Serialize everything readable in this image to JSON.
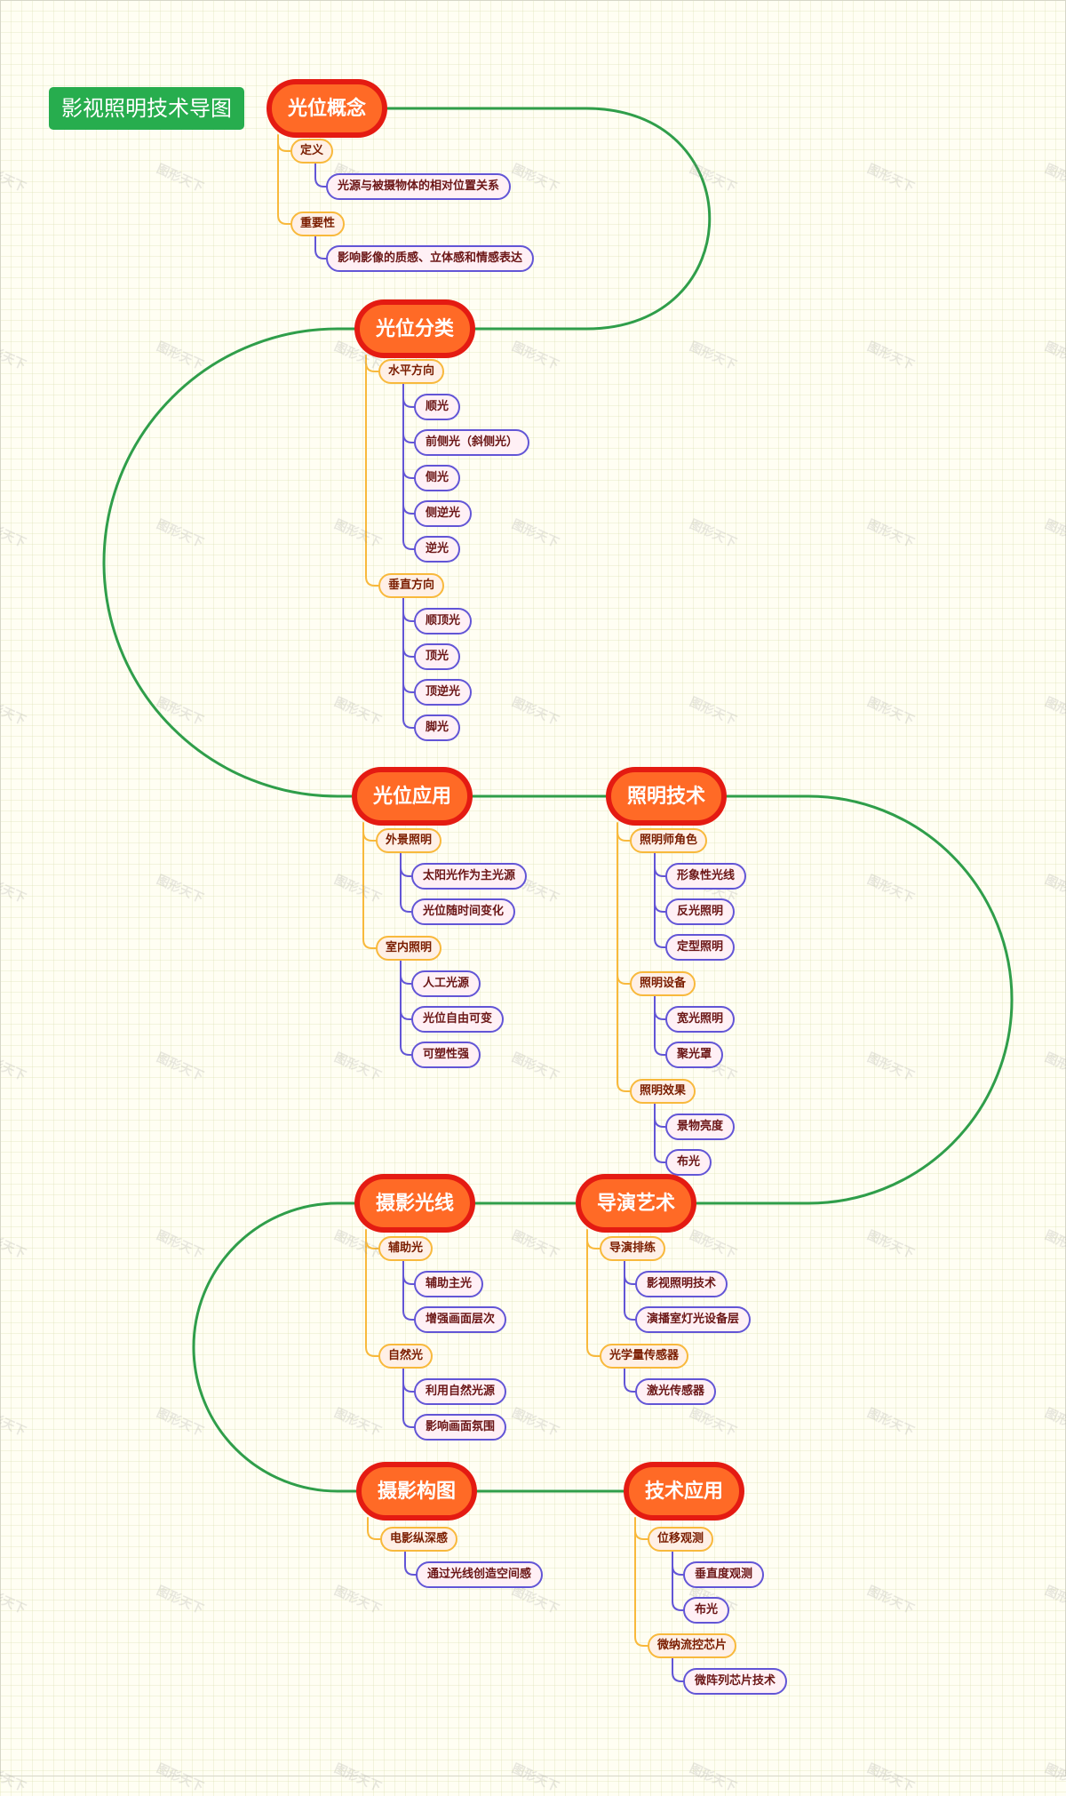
{
  "title": "影视照明技术导图",
  "colors": {
    "title_bg": "#27ad4e",
    "main_fill": "#ff6a26",
    "main_border": "#e41b12",
    "main_link": "#2f9e4a",
    "sub_border": "#f8b93c",
    "leaf_border": "#6255d6"
  },
  "watermark": "图形天下",
  "topics": [
    {
      "label": "光位概念",
      "children": [
        {
          "label": "定义",
          "children": [
            "光源与被摄物体的相对位置关系"
          ]
        },
        {
          "label": "重要性",
          "children": [
            "影响影像的质感、立体感和情感表达"
          ]
        }
      ]
    },
    {
      "label": "光位分类",
      "children": [
        {
          "label": "水平方向",
          "children": [
            "顺光",
            "前侧光（斜侧光）",
            "侧光",
            "侧逆光",
            "逆光"
          ]
        },
        {
          "label": "垂直方向",
          "children": [
            "顺顶光",
            "顶光",
            "顶逆光",
            "脚光"
          ]
        }
      ]
    },
    {
      "label": "光位应用",
      "children": [
        {
          "label": "外景照明",
          "children": [
            "太阳光作为主光源",
            "光位随时间变化"
          ]
        },
        {
          "label": "室内照明",
          "children": [
            "人工光源",
            "光位自由可变",
            "可塑性强"
          ]
        }
      ]
    },
    {
      "label": "照明技术",
      "children": [
        {
          "label": "照明师角色",
          "children": [
            "形象性光线",
            "反光照明",
            "定型照明"
          ]
        },
        {
          "label": "照明设备",
          "children": [
            "宽光照明",
            "聚光罩"
          ]
        },
        {
          "label": "照明效果",
          "children": [
            "景物亮度",
            "布光"
          ]
        }
      ]
    },
    {
      "label": "导演艺术",
      "children": [
        {
          "label": "导演排练",
          "children": [
            "影视照明技术",
            "演播室灯光设备层"
          ]
        },
        {
          "label": "光学量传感器",
          "children": [
            "激光传感器"
          ]
        }
      ]
    },
    {
      "label": "摄影光线",
      "children": [
        {
          "label": "辅助光",
          "children": [
            "辅助主光",
            "增强画面层次"
          ]
        },
        {
          "label": "自然光",
          "children": [
            "利用自然光源",
            "影响画面氛围"
          ]
        }
      ]
    },
    {
      "label": "摄影构图",
      "children": [
        {
          "label": "电影纵深感",
          "children": [
            "通过光线创造空间感"
          ]
        }
      ]
    },
    {
      "label": "技术应用",
      "children": [
        {
          "label": "位移观测",
          "children": [
            "垂直度观测",
            "布光"
          ]
        },
        {
          "label": "微纳流控芯片",
          "children": [
            "微阵列芯片技术"
          ]
        }
      ]
    }
  ]
}
